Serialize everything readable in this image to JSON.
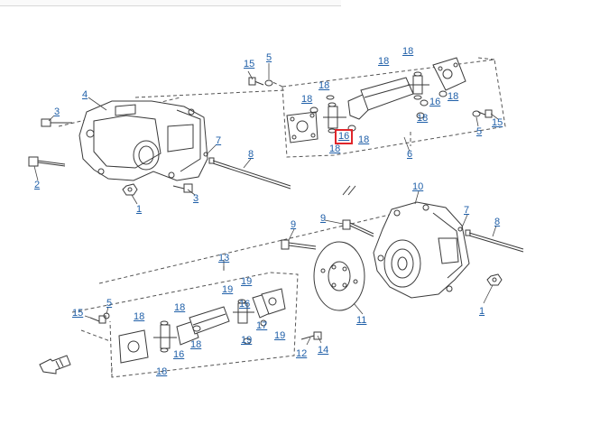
{
  "colors": {
    "line": "#3a3a3a",
    "dash": "#555555",
    "callout": "#1f5fa8",
    "highlight": "#e0262b"
  },
  "selected_callout": "16",
  "callouts": [
    {
      "label": "15"
    },
    {
      "label": "5"
    },
    {
      "label": "18"
    },
    {
      "label": "18"
    },
    {
      "label": "4"
    },
    {
      "label": "3"
    },
    {
      "label": "18"
    },
    {
      "label": "16"
    },
    {
      "label": "18"
    },
    {
      "label": "18"
    },
    {
      "label": "18"
    },
    {
      "label": "16"
    },
    {
      "label": "18"
    },
    {
      "label": "18"
    },
    {
      "label": "7"
    },
    {
      "label": "8"
    },
    {
      "label": "6"
    },
    {
      "label": "5"
    },
    {
      "label": "15"
    },
    {
      "label": "2"
    },
    {
      "label": "3"
    },
    {
      "label": "1"
    },
    {
      "label": "10"
    },
    {
      "label": "7"
    },
    {
      "label": "9"
    },
    {
      "label": "9"
    },
    {
      "label": "8"
    },
    {
      "label": "13"
    },
    {
      "label": "5"
    },
    {
      "label": "15"
    },
    {
      "label": "18"
    },
    {
      "label": "18"
    },
    {
      "label": "19"
    },
    {
      "label": "19"
    },
    {
      "label": "16"
    },
    {
      "label": "18"
    },
    {
      "label": "16"
    },
    {
      "label": "17"
    },
    {
      "label": "19"
    },
    {
      "label": "19"
    },
    {
      "label": "18"
    },
    {
      "label": "11"
    },
    {
      "label": "12"
    },
    {
      "label": "14"
    },
    {
      "label": "1"
    }
  ]
}
